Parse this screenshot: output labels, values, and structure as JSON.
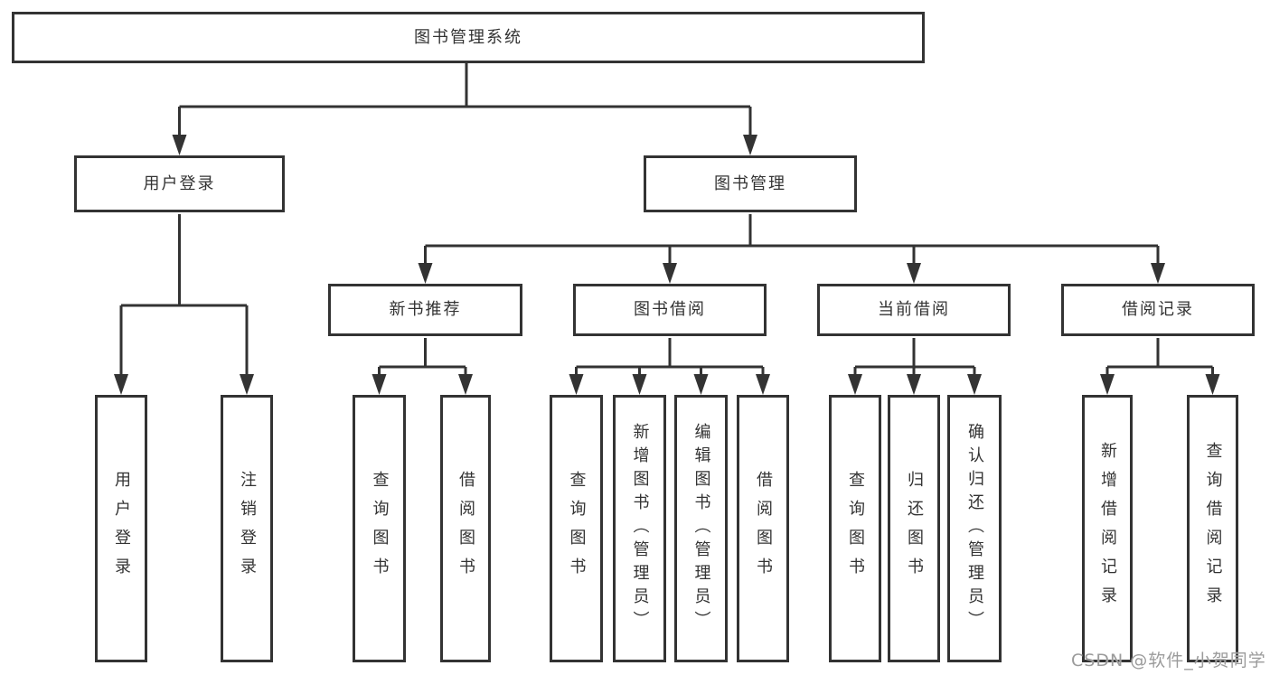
{
  "colors": {
    "line": "#333333",
    "box_border": "#333333",
    "text": "#333333",
    "watermark_gray": "#9b9b9b",
    "background": "#ffffff"
  },
  "tree": {
    "label": "图书管理系统",
    "children": [
      {
        "label": "用户登录",
        "children": [
          {
            "label": "用户登录"
          },
          {
            "label": "注销登录"
          }
        ]
      },
      {
        "label": "图书管理",
        "children": [
          {
            "label": "新书推荐",
            "children": [
              {
                "label": "查询图书"
              },
              {
                "label": "借阅图书"
              }
            ]
          },
          {
            "label": "图书借阅",
            "children": [
              {
                "label": "查询图书"
              },
              {
                "label": "新增图书（管理员）"
              },
              {
                "label": "编辑图书（管理员）"
              },
              {
                "label": "借阅图书"
              }
            ]
          },
          {
            "label": "当前借阅",
            "children": [
              {
                "label": "查询图书"
              },
              {
                "label": "归还图书"
              },
              {
                "label": "确认归还（管理员）"
              }
            ]
          },
          {
            "label": "借阅记录",
            "children": [
              {
                "label": "新增借阅记录"
              },
              {
                "label": "查询借阅记录"
              }
            ]
          }
        ]
      }
    ]
  },
  "watermark": {
    "text": "CSDN @软件_小贺同学"
  }
}
